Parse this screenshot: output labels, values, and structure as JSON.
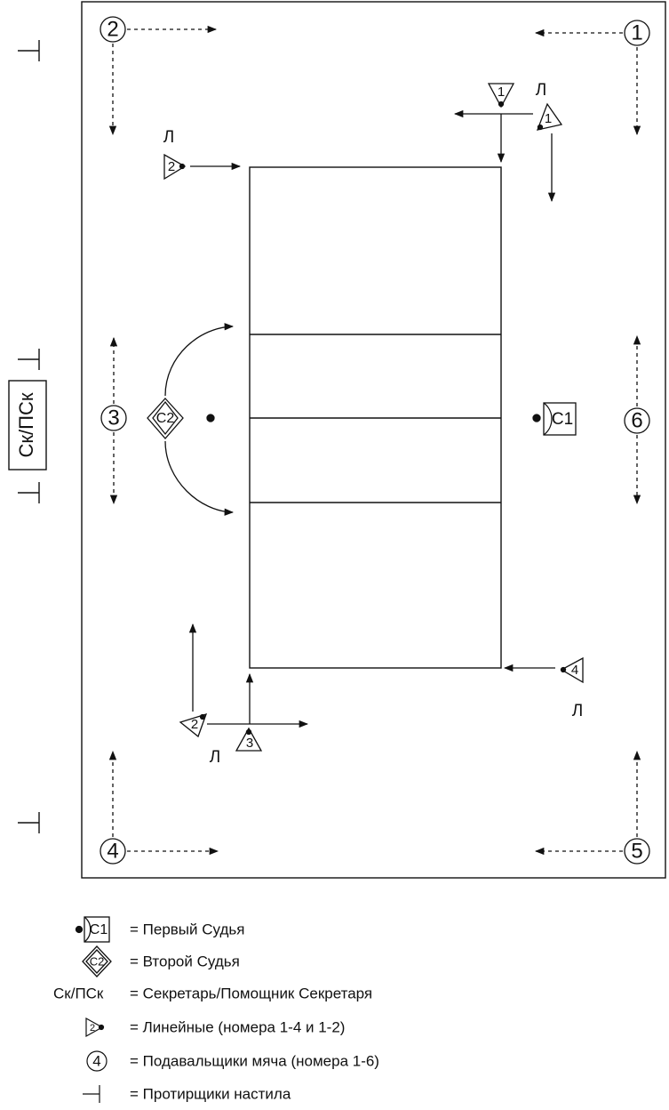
{
  "court_labels": {
    "line_judge_side": "Л",
    "scorer_box": "Ск/ПСк",
    "first_referee": "С1",
    "second_referee": "С2"
  },
  "ball_retrievers": [
    "1",
    "2",
    "3",
    "4",
    "5",
    "6"
  ],
  "line_judges": [
    "1",
    "1",
    "2",
    "2",
    "3",
    "4"
  ],
  "legend": {
    "first_referee_symbol": "С1",
    "first_referee": "= Первый Судья",
    "second_referee_symbol": "С2",
    "second_referee": "= Второй Судья",
    "scorer_symbol": "Ск/ПСк",
    "scorer": "= Секретарь/Помощник Секретаря",
    "line_judge_symbol": "2",
    "line_judges": "= Линейные (номера 1-4 и 1-2)",
    "ball_retriever_symbol": "4",
    "ball_retrievers": "= Подавальщики мяча (номера 1-6)",
    "moppers": "= Протирщики настила"
  },
  "colors": {
    "ink": "#111111",
    "background": "#ffffff"
  }
}
